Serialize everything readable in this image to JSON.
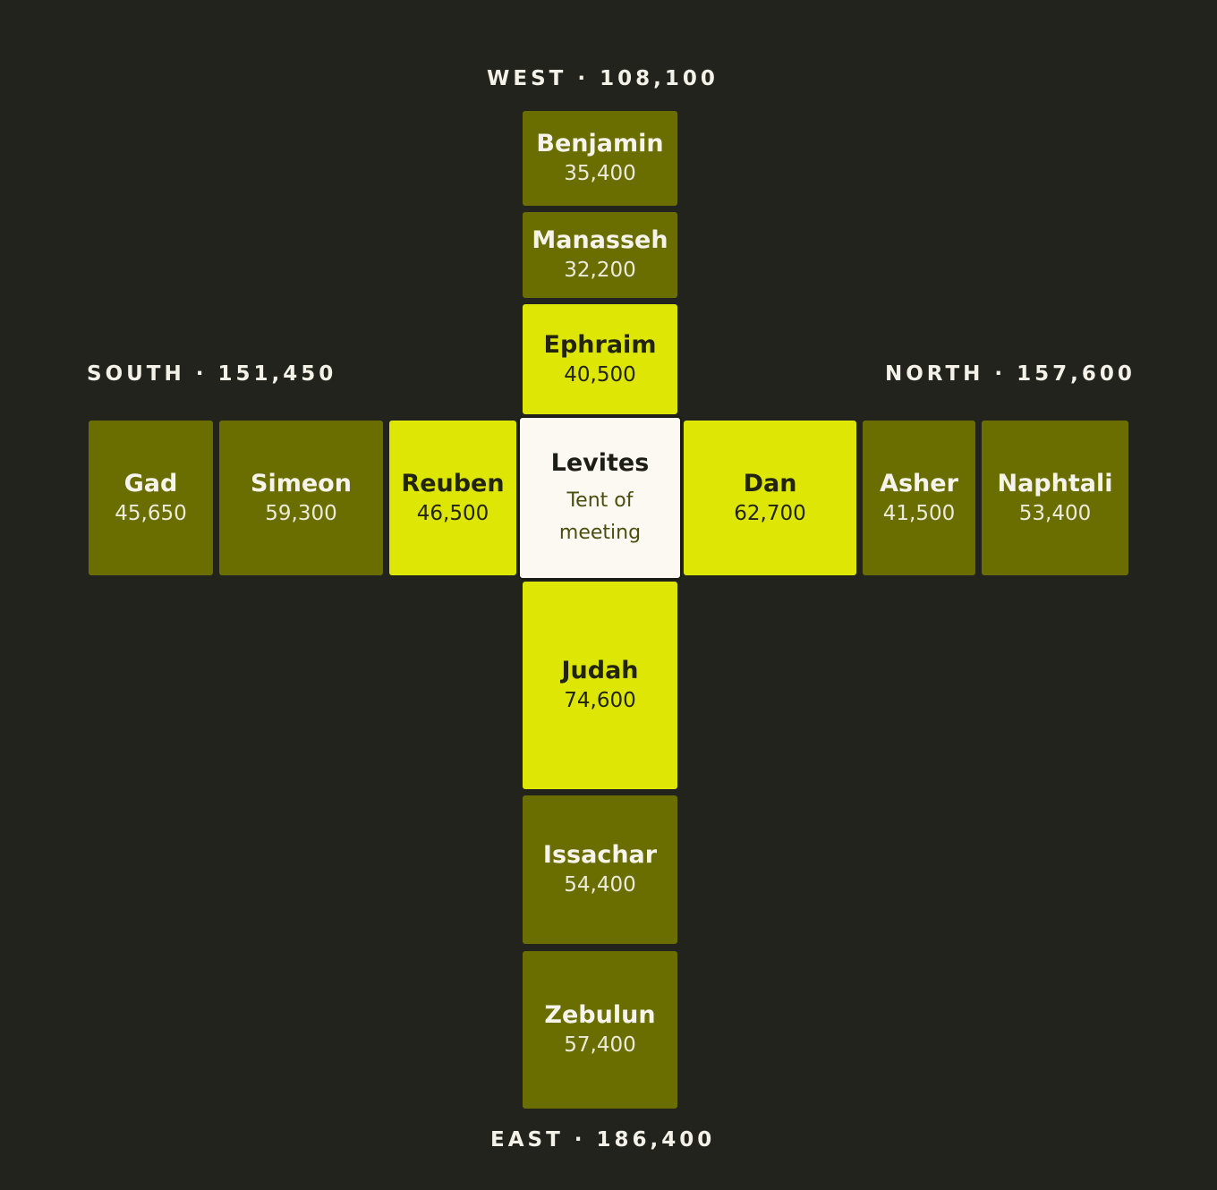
{
  "sides": {
    "west": {
      "label": "WEST · 108,100"
    },
    "south": {
      "label": "SOUTH · 151,450"
    },
    "north": {
      "label": "NORTH · 157,600"
    },
    "east": {
      "label": "EAST · 186,400"
    }
  },
  "tribes": {
    "benjamin": {
      "name": "Benjamin",
      "count": "35,400"
    },
    "manasseh": {
      "name": "Manasseh",
      "count": "32,200"
    },
    "ephraim": {
      "name": "Ephraim",
      "count": "40,500"
    },
    "gad": {
      "name": "Gad",
      "count": "45,650"
    },
    "simeon": {
      "name": "Simeon",
      "count": "59,300"
    },
    "reuben": {
      "name": "Reuben",
      "count": "46,500"
    },
    "dan": {
      "name": "Dan",
      "count": "62,700"
    },
    "asher": {
      "name": "Asher",
      "count": "41,500"
    },
    "naphtali": {
      "name": "Naphtali",
      "count": "53,400"
    },
    "judah": {
      "name": "Judah",
      "count": "74,600"
    },
    "issachar": {
      "name": "Issachar",
      "count": "54,400"
    },
    "zebulun": {
      "name": "Zebulun",
      "count": "57,400"
    }
  },
  "center": {
    "name": "Levites",
    "subtitle": "Tent of meeting"
  },
  "colors": {
    "background": "#21231c",
    "leader_tribe": "#dde604",
    "other_tribe": "#6a6e00",
    "center": "#fbf9f1"
  }
}
